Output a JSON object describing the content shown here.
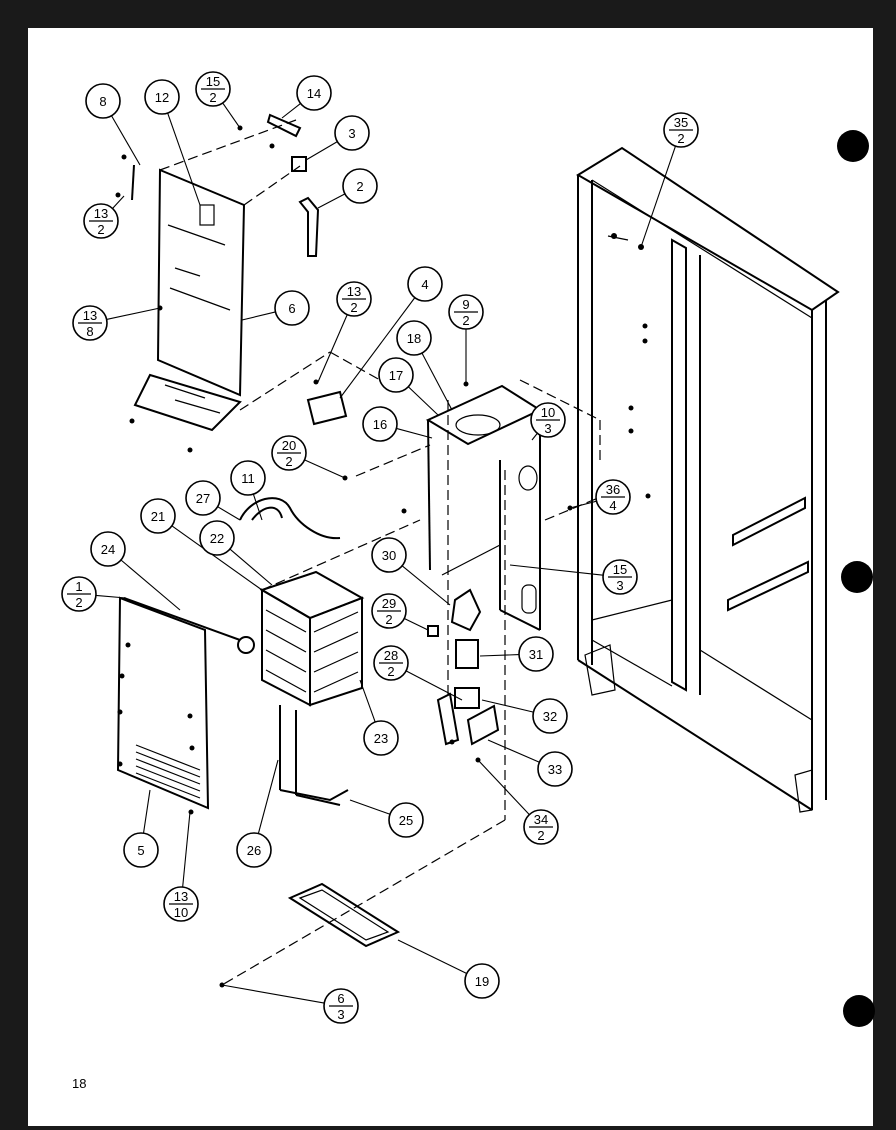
{
  "page_number": "18",
  "callouts": [
    {
      "top": "8",
      "bottom": ""
    },
    {
      "top": "12",
      "bottom": ""
    },
    {
      "top": "15",
      "bottom": "2"
    },
    {
      "top": "14",
      "bottom": ""
    },
    {
      "top": "3",
      "bottom": ""
    },
    {
      "top": "2",
      "bottom": ""
    },
    {
      "top": "13",
      "bottom": "2"
    },
    {
      "top": "13",
      "bottom": "8"
    },
    {
      "top": "6",
      "bottom": ""
    },
    {
      "top": "13",
      "bottom": "2"
    },
    {
      "top": "4",
      "bottom": ""
    },
    {
      "top": "9",
      "bottom": "2"
    },
    {
      "top": "18",
      "bottom": ""
    },
    {
      "top": "17",
      "bottom": ""
    },
    {
      "top": "10",
      "bottom": "3"
    },
    {
      "top": "16",
      "bottom": ""
    },
    {
      "top": "20",
      "bottom": "2"
    },
    {
      "top": "11",
      "bottom": ""
    },
    {
      "top": "27",
      "bottom": ""
    },
    {
      "top": "21",
      "bottom": ""
    },
    {
      "top": "22",
      "bottom": ""
    },
    {
      "top": "24",
      "bottom": ""
    },
    {
      "top": "1",
      "bottom": "2"
    },
    {
      "top": "30",
      "bottom": ""
    },
    {
      "top": "29",
      "bottom": "2"
    },
    {
      "top": "28",
      "bottom": "2"
    },
    {
      "top": "31",
      "bottom": ""
    },
    {
      "top": "32",
      "bottom": ""
    },
    {
      "top": "33",
      "bottom": ""
    },
    {
      "top": "34",
      "bottom": "2"
    },
    {
      "top": "23",
      "bottom": ""
    },
    {
      "top": "25",
      "bottom": ""
    },
    {
      "top": "26",
      "bottom": ""
    },
    {
      "top": "5",
      "bottom": ""
    },
    {
      "top": "13",
      "bottom": "10"
    },
    {
      "top": "19",
      "bottom": ""
    },
    {
      "top": "6",
      "bottom": "3"
    },
    {
      "top": "35",
      "bottom": "2"
    },
    {
      "top": "36",
      "bottom": "4"
    },
    {
      "top": "15",
      "bottom": "3"
    }
  ]
}
